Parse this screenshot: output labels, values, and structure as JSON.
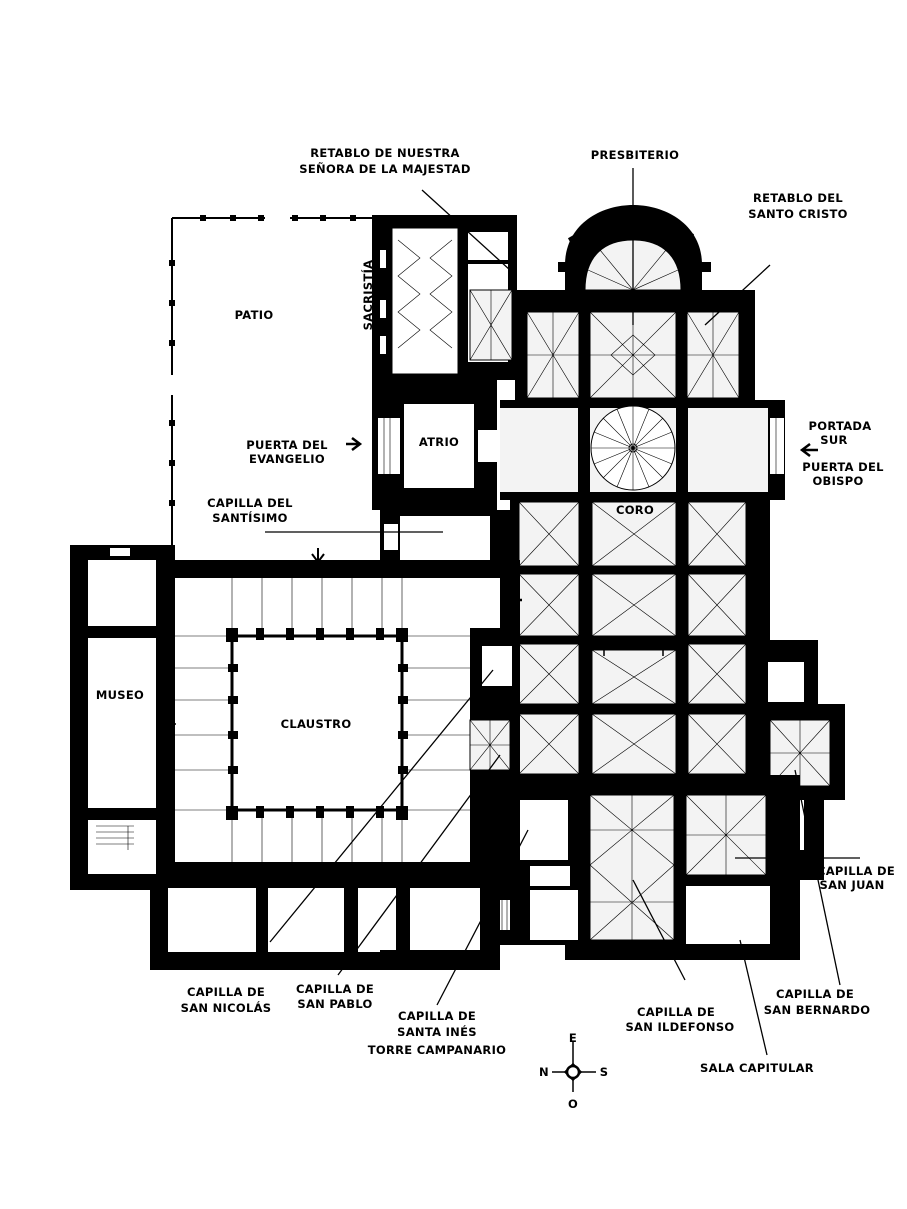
{
  "labels": {
    "retablo_majestad_1": "RETABLO DE NUESTRA",
    "retablo_majestad_2": "SEÑORA DE LA MAJESTAD",
    "presbiterio": "PRESBITERIO",
    "retablo_cristo_1": "RETABLO DEL",
    "retablo_cristo_2": "SANTO CRISTO",
    "patio": "PATIO",
    "sacristia": "SACRISTÍA",
    "puerta_evangelio_1": "PUERTA DEL",
    "puerta_evangelio_2": "EVANGELIO",
    "atrio": "ATRIO",
    "portada_sur_1": "PORTADA",
    "portada_sur_2": "SUR",
    "puerta_obispo_1": "PUERTA DEL",
    "puerta_obispo_2": "OBISPO",
    "capilla_santisimo_1": "CAPILLA DEL",
    "capilla_santisimo_2": "SANTÍSIMO",
    "coro": "CORO",
    "museo": "MUSEO",
    "claustro": "CLAUSTRO",
    "capilla_san_juan_1": "CAPILLA DE",
    "capilla_san_juan_2": "SAN JUAN",
    "capilla_san_nicolas_1": "CAPILLA DE",
    "capilla_san_nicolas_2": "SAN NICOLÁS",
    "capilla_san_pablo_1": "CAPILLA DE",
    "capilla_san_pablo_2": "SAN PABLO",
    "capilla_santa_ines_1": "CAPILLA DE",
    "capilla_santa_ines_2": "SANTA INÉS",
    "torre_campanario": "TORRE CAMPANARIO",
    "capilla_san_ildefonso_1": "CAPILLA DE",
    "capilla_san_ildefonso_2": "SAN ILDEFONSO",
    "capilla_san_bernardo_1": "CAPILLA DE",
    "capilla_san_bernardo_2": "SAN BERNARDO",
    "sala_capitular": "SALA CAPITULAR"
  },
  "compass": {
    "north": "N",
    "south": "S",
    "east": "E",
    "west": "O"
  }
}
